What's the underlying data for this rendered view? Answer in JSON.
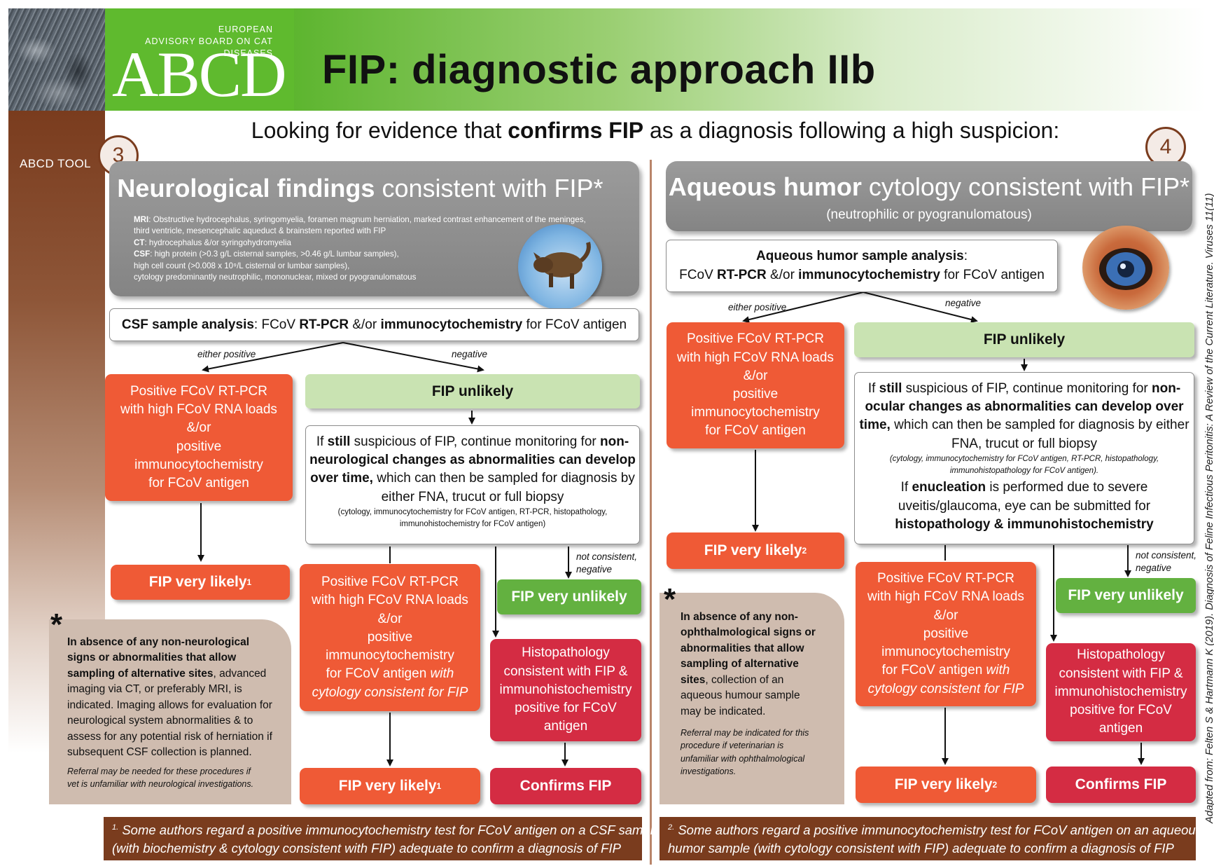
{
  "header": {
    "org_line1": "EUROPEAN",
    "org_line2": "ADVISORY BOARD ON CAT DISEASES",
    "logo": "ABCD",
    "title": "FIP: diagnostic approach IIb"
  },
  "sidebar": {
    "label": "ABCD TOOL"
  },
  "subtitle": {
    "pre": "Looking for evidence that ",
    "bold": "confirms FIP",
    "post": " as a diagnosis following a high suspicion:"
  },
  "left": {
    "number": "3",
    "head_bold": "Neurological findings",
    "head_rest": " consistent with FIP*",
    "mri_label": "MRI",
    "mri_line1": ": Obstructive hydrocephalus, syringomyelia, foramen magnum herniation, marked contrast enhancement of the meninges,",
    "mri_line2": "third ventricle, mesencephalic aqueduct & brainstem reported with FIP",
    "ct_label": "CT",
    "ct_text": ": hydrocephalus &/or syringohydromyelia",
    "csf_label": "CSF",
    "csf_line1": ": high protein (>0.3 g/L cisternal samples, >0.46 g/L lumbar samples),",
    "csf_line2": "high cell count (>0.008 x 10⁹/L cisternal or lumbar samples),",
    "csf_line3": "cytology predominantly neutrophilic, mononuclear, mixed or pyogranulomatous",
    "sample_bold": "CSF sample analysis",
    "sample_mid1": ": FCoV ",
    "sample_bold2": "RT-PCR",
    "sample_mid2": " &/or ",
    "sample_bold3": "immunocytochemistry",
    "sample_end": " for FCoV antigen",
    "either_positive": "either positive",
    "negative": "negative",
    "pos_line1": "Positive FCoV RT-PCR",
    "pos_line2": "with high FCoV RNA loads",
    "pos_line3": "&/or",
    "pos_line4": "positive",
    "pos_line5": "immunocytochemistry",
    "pos_line6": "for FCoV antigen",
    "fip_unlikely": "FIP unlikely",
    "mon_if": "If ",
    "mon_still": "still",
    "mon_a": " suspicious of FIP, continue monitoring for ",
    "mon_non": "non-",
    "mon_b": "neurological changes as abnormalities can develop over time,",
    "mon_c": " which can then be sampled for diagnosis by",
    "mon_d": "either FNA, trucut or full biopsy",
    "mon_small1": "(cytology, immunocytochemistry for FCoV antigen, RT-PCR, histopathology,",
    "mon_small2": "immunohistochemistry for FCoV antigen)",
    "fip_very_likely": "FIP very likely",
    "sup1": "1",
    "not_consistent": "not consistent,",
    "negative2": "negative",
    "fip_very_unlikely": "FIP very unlikely",
    "pos2_line7": "with",
    "pos2_line8": "cytology consistent for FIP",
    "histo_line1": "Histopathology",
    "histo_line2": "consistent with FIP &",
    "histo_line3": "immunohistochemistry",
    "histo_line4": "positive for FCoV",
    "histo_line5": "antigen",
    "confirms": "Confirms FIP",
    "note_b1": "In absence of any non-neurological",
    "note_b2": "signs or abnormalities that allow",
    "note_b3": "sampling of alternative sites",
    "note_t1": ", advanced",
    "note_t2": "imaging via CT, or preferably MRI, is",
    "note_t3": "indicated. Imaging allows for evaluation for",
    "note_t4": "neurological system abnormalities & to",
    "note_t5": "assess for any potential risk of herniation if",
    "note_t6": "subsequent CSF collection is planned.",
    "note_i1": "Referral may be needed for these procedures if",
    "note_i2": "vet is unfamiliar with neurological investigations.",
    "foot_sup": "1.",
    "foot_1": " Some authors regard a positive immunocytochemistry test for FCoV antigen on a CSF sample",
    "foot_2": "(with biochemistry & cytology consistent with FIP) adequate to confirm a diagnosis of FIP"
  },
  "right": {
    "number": "4",
    "head_bold": "Aqueous humor",
    "head_rest": " cytology consistent with FIP*",
    "head_sub": "(neutrophilic or pyogranulomatous)",
    "sample_bold": "Aqueous humor sample analysis",
    "sample_colon": ":",
    "sample_l2a": "FCoV ",
    "sample_bold2": "RT-PCR",
    "sample_l2b": " &/or ",
    "sample_bold3": "immunocytochemistry",
    "sample_l2c": " for FCoV antigen",
    "either_positive": "either positive",
    "negative": "negative",
    "fip_unlikely": "FIP unlikely",
    "mon_if": "If ",
    "mon_still": "still",
    "mon_a": " suspicious of FIP, continue monitoring for ",
    "mon_non": "non-",
    "mon_b": "ocular changes as abnormalities can develop over",
    "mon_c_bold": "time,",
    "mon_c": " which can then be sampled for diagnosis by either",
    "mon_d": "FNA, trucut or full biopsy",
    "mon_small1": "(cytology, immunocytochemistry for FCoV antigen, RT-PCR, histopathology,",
    "mon_small2": "immunohistopathology for FCoV antigen).",
    "enu_if": "If ",
    "enu_bold": "enucleation",
    "enu_a": " is performed due to severe",
    "enu_b": "uveitis/glaucoma, eye can be submitted for",
    "enu_c": "histopathology & immunohistochemistry",
    "fip_very_likely": "FIP very likely",
    "sup2": "2",
    "not_consistent": "not consistent,",
    "negative2": "negative",
    "fip_very_unlikely": "FIP very unlikely",
    "confirms": "Confirms FIP",
    "note_b1": "In absence of any non-",
    "note_b2": "ophthalmological signs or",
    "note_b3": "abnormalities that allow",
    "note_b4": "sampling of alternative",
    "note_b5": "sites",
    "note_t1": ", collection of an",
    "note_t2": "aqueous humour sample",
    "note_t3": "may be indicated.",
    "note_i1": "Referral may be indicated for this",
    "note_i2": "procedure if veterinarian is",
    "note_i3": "unfamiliar with ophthalmological",
    "note_i4": "investigations.",
    "foot_sup": "2.",
    "foot_1": " Some authors regard a positive immunocytochemistry test for FCoV antigen on an aqueous",
    "foot_2": "humor sample (with cytology consistent with FIP) adequate to confirm a diagnosis of FIP"
  },
  "source": "Adapted from: Felten S & Hartmann K (2019). Diagnosis of Feline Infectious Peritonitis: A Review of the Current Literature. Viruses 11(11)",
  "colors": {
    "orange": "#ef5a36",
    "red": "#d42c43",
    "green": "#63b140",
    "light_green": "#c9e3b2",
    "brown": "#7a3c1e",
    "grey": "#8e8e8e",
    "tan": "#cfbcaf"
  }
}
